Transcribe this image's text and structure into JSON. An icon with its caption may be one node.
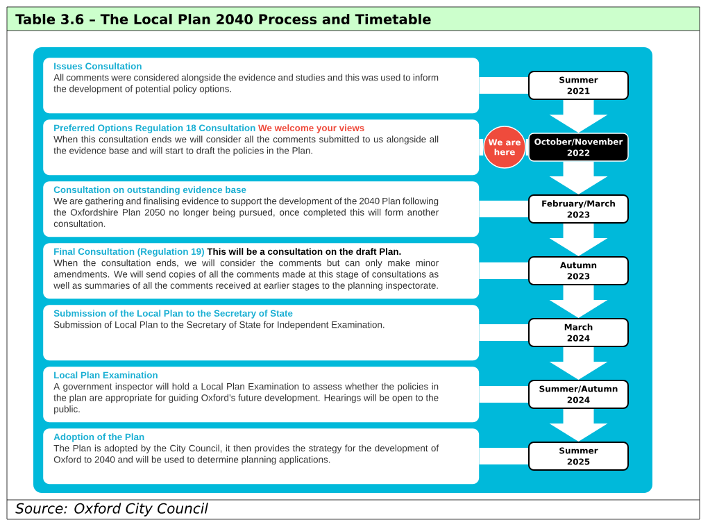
{
  "diagram": {
    "title": "Table 3.6 – The Local Plan 2040 Process and Timetable",
    "caption": "Source: Oxford City Council",
    "nodes": [
      {
        "text": [
          "Issues Consultation",
          "All comments were considered alongside the evidence and studies and this was used to inform the development of potential policy options."
        ]
      },
      {
        "text": [
          "Summer 2021"
        ]
      },
      {
        "text": [
          "Preferred Options Regulation 18 Consultation",
          "We welcome your views",
          "When this consultation ends we will consider all the comments submitted to us alongside all the evidence base and will start to draft the policies in the Plan."
        ]
      },
      {
        "text": [
          "We are here"
        ]
      },
      {
        "text": [
          "October/November 2022"
        ]
      },
      {
        "text": [
          "Consultation on outstanding evidence base",
          "We are gathering and finalising evidence to support the development of the 2040 Plan following the Oxfordshire Plan 2050 no longer being pursued, once completed this will form another consultation."
        ]
      },
      {
        "text": [
          "February/March 2023"
        ]
      },
      {
        "text": [
          "Final Consultation (Regulation 19)",
          "This will be a consultation on the draft Plan.",
          "When the consultation ends, we will consider the comments but can only make minor amendments. We will send copies of all the comments made at this stage of consultations as well as summaries of all the comments received at earlier stages to the planning inspectorate."
        ]
      },
      {
        "text": [
          "Autumn 2023"
        ]
      },
      {
        "text": [
          "Submission of the Local Plan to the Secretary of State",
          "Submission of Local Plan to the Secretary of State for Independent Examination."
        ]
      },
      {
        "text": [
          "March 2024"
        ]
      },
      {
        "text": [
          "Local Plan Examination",
          "A government inspector will hold a Local Plan Examination to assess whether the policies in the plan are appropriate for guiding Oxford’s future development. Hearings will be open to the public."
        ]
      },
      {
        "text": [
          "Summer/Autumn 2024"
        ]
      },
      {
        "text": [
          "Adoption of the Plan",
          "The Plan is adopted by the City Council, it then provides the strategy for the development of Oxford to 2040 and will be used to determine planning applications."
        ]
      },
      {
        "text": [
          "Summer 2025"
        ]
      }
    ],
    "edges": [
      {
        "from": 0,
        "to": 1,
        "arrow": "none"
      },
      {
        "from": 2,
        "to": 3,
        "arrow": "none"
      },
      {
        "from": 3,
        "to": 4,
        "arrow": "none"
      },
      {
        "from": 5,
        "to": 6,
        "arrow": "none"
      },
      {
        "from": 7,
        "to": 8,
        "arrow": "none"
      },
      {
        "from": 9,
        "to": 10,
        "arrow": "none"
      },
      {
        "from": 11,
        "to": 12,
        "arrow": "none"
      },
      {
        "from": 13,
        "to": 14,
        "arrow": "none"
      },
      {
        "from": 1,
        "to": 4,
        "arrow": "to",
        "style": "thick"
      },
      {
        "from": 4,
        "to": 6,
        "arrow": "to",
        "style": "thick"
      },
      {
        "from": 6,
        "to": 8,
        "arrow": "to",
        "style": "thick"
      },
      {
        "from": 8,
        "to": 10,
        "arrow": "to",
        "style": "thick"
      },
      {
        "from": 10,
        "to": 12,
        "arrow": "to",
        "style": "thick"
      },
      {
        "from": 12,
        "to": 14,
        "arrow": "to",
        "style": "thick"
      }
    ]
  }
}
